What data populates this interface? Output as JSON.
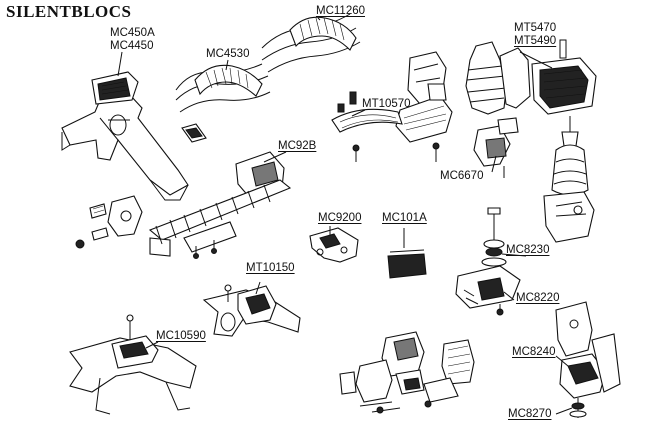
{
  "title": "SILENTBLOCS",
  "labels": {
    "mc450a": "MC450A",
    "mc4450": "MC4450",
    "mc11260": "MC11260",
    "mc4530": "MC4530",
    "mt5470": "MT5470",
    "mt5490": "MT5490",
    "mt10570": "MT10570",
    "mc92b": "MC92B",
    "mc6670": "MC6670",
    "mc9200": "MC9200",
    "mc101a": "MC101A",
    "mc8230": "MC8230",
    "mc8220": "MC8220",
    "mt10150": "MT10150",
    "mc10590": "MC10590",
    "mc8240": "MC8240",
    "mc8270": "MC8270"
  }
}
